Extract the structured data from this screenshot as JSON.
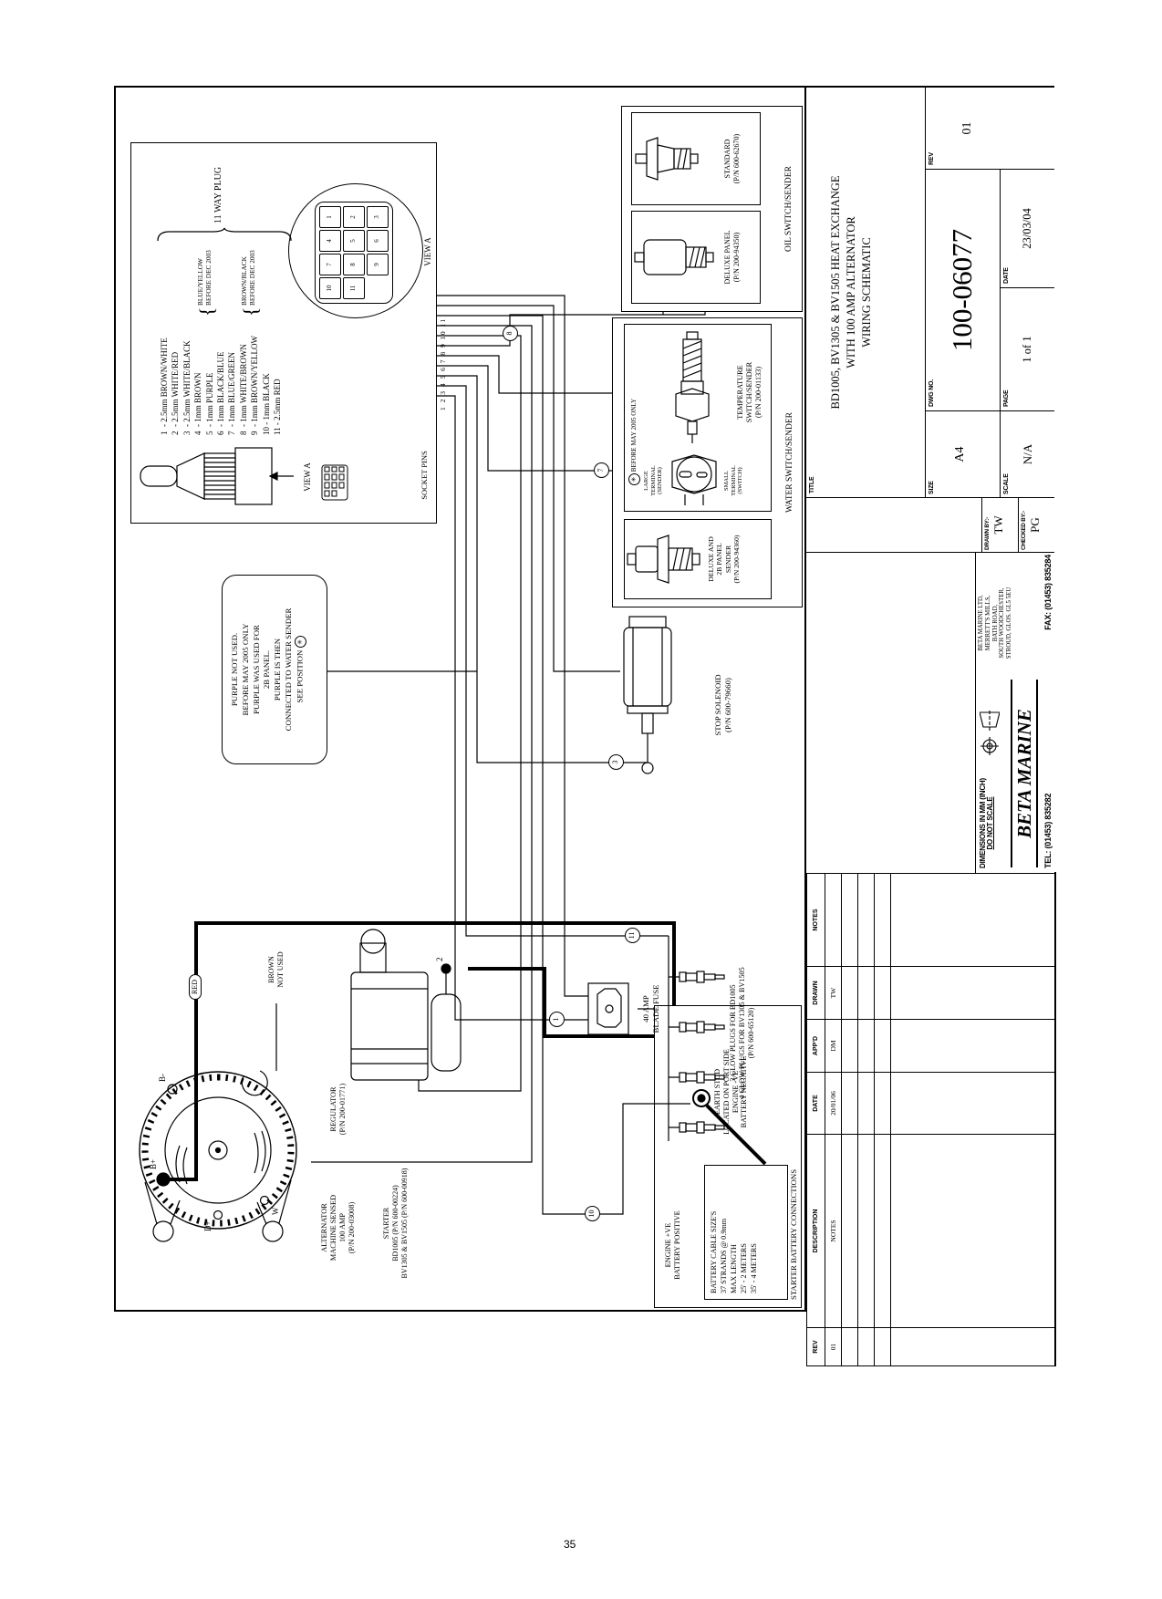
{
  "page": {
    "number": "35"
  },
  "legend": {
    "plug_title": "11 WAY PLUG",
    "wires": [
      "1  - 2.5mm BROWN/WHITE",
      "2  - 2.5mm WHITE/RED",
      "3  - 2.5mm WHITE/BLACK",
      "4  - 1mm BROWN",
      "5  - 1mm PURPLE",
      "6  - 1mm BLACK/BLUE",
      "7  - 1mm BLUE/GREEN",
      "8  - 1mm WHITE/BROWN",
      "9  - 1mm BROWN/YELLOW",
      "10 - 1mm BLACK",
      "11 - 2.5mm RED"
    ],
    "wire5_note_1": "BLUE/YELLOW",
    "wire5_note_2": "BEFORE DEC 2003",
    "wire9_note_1": "BROWN/BLACK",
    "wire9_note_2": "BEFORE DEC 2003",
    "view_a": "VIEW A",
    "socket_pins": "SOCKET PINS",
    "pin_order": [
      "10",
      "7",
      "4",
      "1",
      "11",
      "8",
      "5",
      "2",
      "9",
      "6",
      "3"
    ],
    "wire_numbers": "1 2 3 4 5 6 7 8 9 10 11"
  },
  "purple_note": {
    "l0": "PURPLE NOT USED.",
    "l1": "BEFORE MAY 2005 ONLY",
    "l2": "PURPLE WAS USED FOR",
    "l3": "2B PANEL.",
    "l4": "PURPLE IS THEN",
    "l5": "CONNECTED TO WATER SENDER",
    "l6": "SEE POSITION"
  },
  "oil": {
    "heading": "OIL SWITCH/SENDER",
    "standard_name": "STANDARD",
    "standard_pn": "(P/N 600-62670)",
    "deluxe_name": "DELUXE PANEL",
    "deluxe_pn": "(P/N 200-94350)"
  },
  "water": {
    "heading": "WATER SWITCH/SENDER",
    "before_may": "BEFORE MAY 2005 ONLY",
    "temp_name1": "TEMPERATURE",
    "temp_name2": "SWITCH/SENDER",
    "temp_pn": "(P/N 200-01133)",
    "large_1": "LARGE",
    "large_2": "TERMINAL",
    "large_3": "(SENDER)",
    "small_1": "SMALL",
    "small_2": "TERMINAL",
    "small_3": "(SWITCH)",
    "d2b_1": "DELUXE AND",
    "d2b_2": "2B PANEL",
    "d2b_3": "SENDER",
    "d2b_4": "(P/N 200-94360)"
  },
  "solenoid": {
    "name": "STOP SOLENOID",
    "pn": "(P/N 600-79660)"
  },
  "fuse": {
    "line1": "40 AMP",
    "line2": "BLADE FUSE"
  },
  "glow": {
    "l0": "3 GLOW PLUGS FOR BD1005",
    "l1": "4 GLOW PLUGS FOR BV1305 & BV1505",
    "l2": "(P/N 600-65120)"
  },
  "alternator": {
    "l0": "ALTERNATOR",
    "l1": "MACHINE SENSED",
    "l2": "100 AMP",
    "l3": "(P/N 200-03008)",
    "reg1": "REGULATOR",
    "reg2": "(P/N 200-01771)",
    "t_bplus": "B+",
    "t_dplus": "D+",
    "t_w": "W",
    "t_bminus": "B-"
  },
  "starter": {
    "l0": "STARTER",
    "l1": "BD1005 (P/N 600-00224)",
    "l2": "BV1305 & BV1505 (P/N 600-00918)",
    "terminal2": "2"
  },
  "earth": {
    "l0": "EARTH STUD",
    "l1": "LOCATED ON PORT SIDE",
    "l2": "ENGINE -VE",
    "l3": "BATTERY NEGATIVE"
  },
  "engine_positive": {
    "l0": "ENGINE +VE",
    "l1": "BATTERY POSITIVE"
  },
  "battery_cables": {
    "l0": "BATTERY CABLE SIZE'S",
    "l1": "37 STRANDS @ 0.9mm",
    "l2": "MAX LENGTH",
    "l3": "25' - 2 METERS",
    "l4": "35' - 4 METERS"
  },
  "battery_box_caption": "STARTER BATTERY CONNECTIONS",
  "wire_labels": {
    "red": "RED",
    "brown1": "BROWN",
    "brown2": "NOT USED"
  },
  "wire_tags": {
    "t1": "1",
    "t3": "3",
    "t7": "7",
    "t8": "8",
    "t10": "10",
    "t11": "11"
  },
  "symbols": {
    "star": "✳"
  },
  "title_block": {
    "title_label": "TITLE",
    "title_1": "BD1005, BV1305 & BV1505  HEAT EXCHANGE",
    "title_2": "WITH 100 AMP ALTERNATOR",
    "title_3": "WIRING SCHEMATIC",
    "size_label": "SIZE",
    "size": "A4",
    "dwg_label": "DWG  NO.",
    "dwg_no": "100-06077",
    "rev_label": "REV",
    "rev": "01",
    "scale_label": "SCALE",
    "scale": "N/A",
    "page_label": "PAGE",
    "page": "1 of 1",
    "date_label": "DATE",
    "date": "23/03/04",
    "drawn_label": "DRAWN  BY:-",
    "drawn": "TW",
    "checked_label": "CHECKED  BY:-",
    "checked": "PG",
    "company": {
      "name": "BETA MARINE",
      "a0": "BETA MARINE LTD,",
      "a1": "MERRETT'S MILLS,",
      "a2": "BATH ROAD,",
      "a3": "SOUTH WOODCHESTER,",
      "a4": "STROUD, GLOS. GL5 5EU",
      "tel": "TEL:  (01453)  835282",
      "fax": "FAX:  (01453)  835284",
      "dims": "DIMENSIONS  IN  MM  (INCH)",
      "no_scale": "DO  NOT  SCALE"
    },
    "rev_table": {
      "h0": "REV",
      "h1": "DESCRIPTION",
      "h2": "DATE",
      "h3": "APP'D",
      "h4": "DRAWN",
      "h5": "NOTES",
      "r0": "01",
      "r1": "NOTES",
      "r2": "20/01/06",
      "r3": "DM",
      "r4": "TW"
    }
  }
}
